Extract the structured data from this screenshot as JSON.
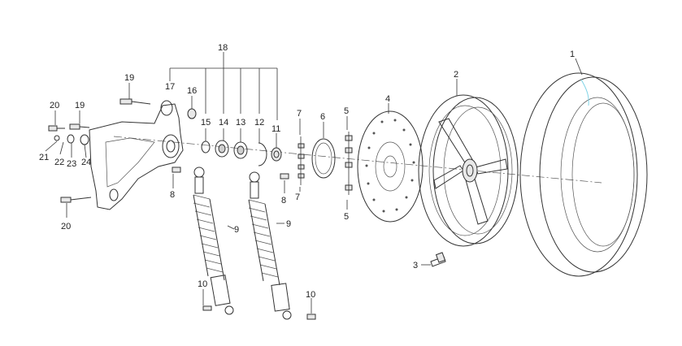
{
  "callouts": {
    "c1": "1",
    "c2": "2",
    "c3": "3",
    "c4": "4",
    "c5a": "5",
    "c5b": "5",
    "c6": "6",
    "c7a": "7",
    "c7b": "7",
    "c8a": "8",
    "c8b": "8",
    "c9a": "9",
    "c9b": "9",
    "c10a": "10",
    "c10b": "10",
    "c11": "11",
    "c12": "12",
    "c13": "13",
    "c14": "14",
    "c15": "15",
    "c16": "16",
    "c17": "17",
    "c18": "18",
    "c19a": "19",
    "c19b": "19",
    "c20a": "20",
    "c20b": "20",
    "c21": "21",
    "c22": "22",
    "c23": "23",
    "c24": "24"
  },
  "colors": {
    "line": "#333333",
    "accent": "#7fd3e6"
  }
}
